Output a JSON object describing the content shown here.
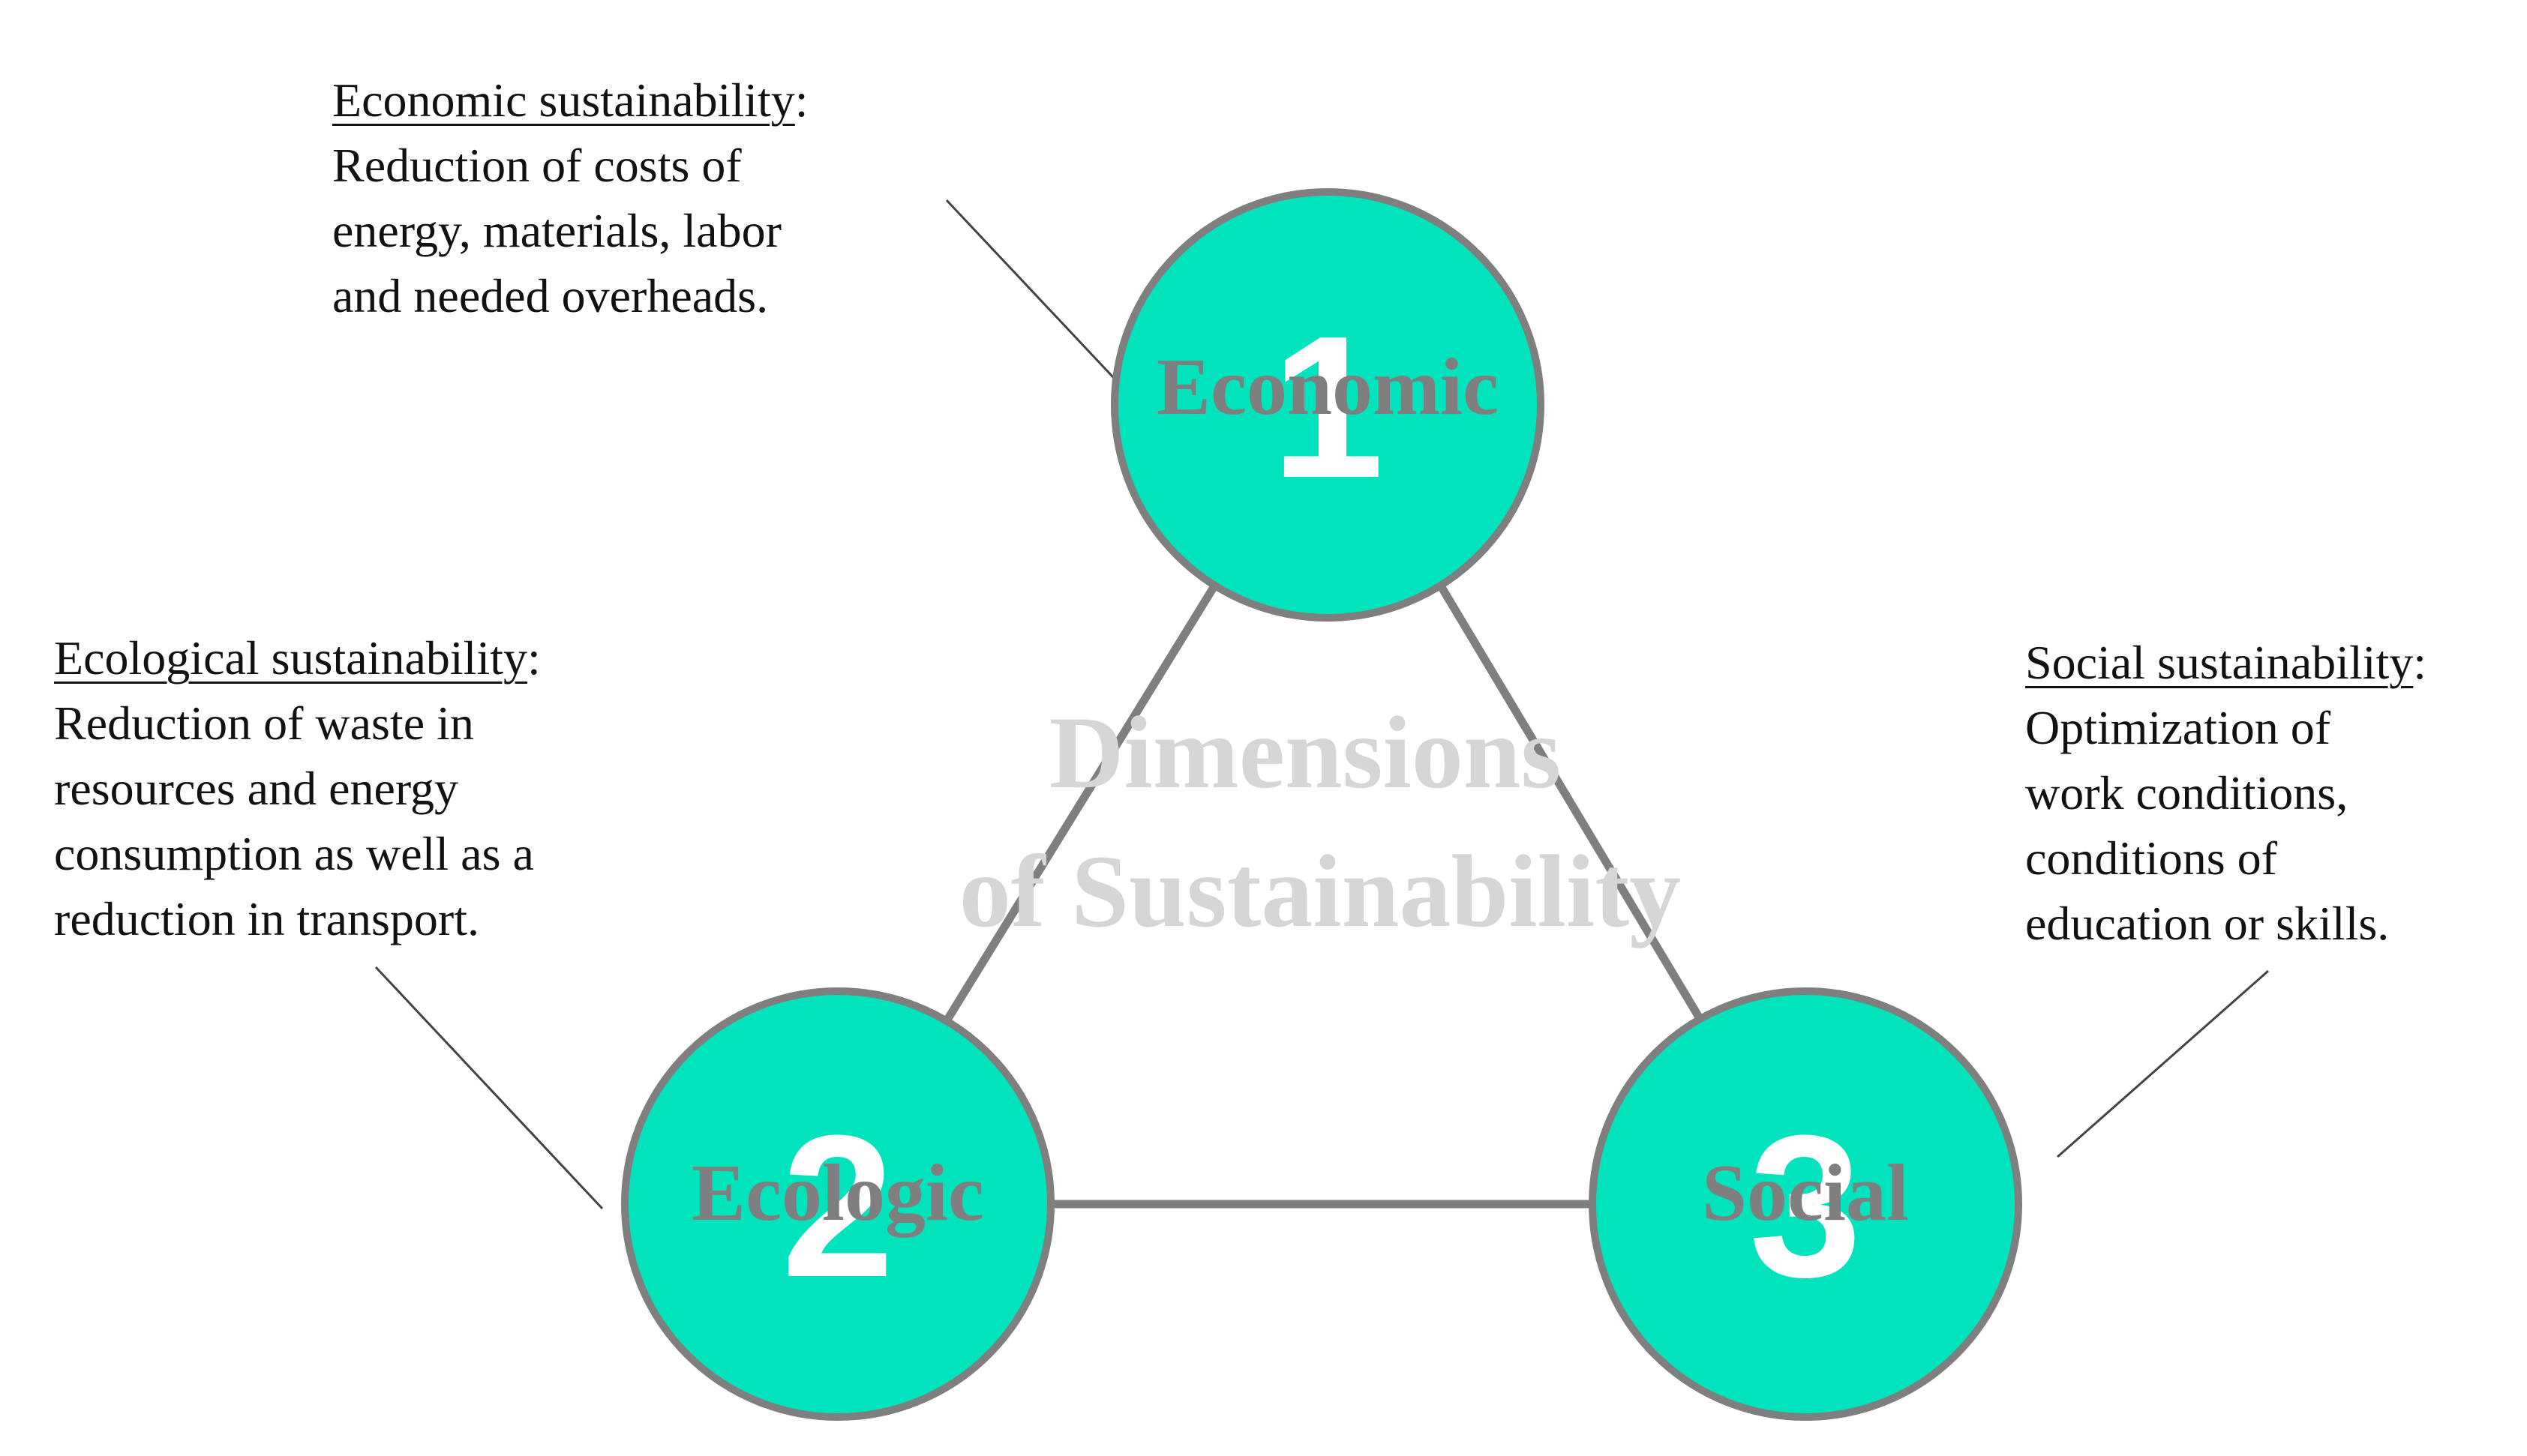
{
  "center_title": {
    "line1": "Dimensions",
    "line2": "of Sustainability",
    "color": "#d6d6d6"
  },
  "colors": {
    "circle_fill": "#00e3bd",
    "circle_stroke": "#7f7f7f",
    "connector": "#7f7f7f",
    "node_label": "#7f7f7f",
    "node_number": "#ffffff",
    "pointer": "#444444"
  },
  "nodes": [
    {
      "id": "economic",
      "number": "1",
      "label": "Economic"
    },
    {
      "id": "ecologic",
      "number": "2",
      "label": "Ecologic"
    },
    {
      "id": "social",
      "number": "3",
      "label": "Social"
    }
  ],
  "notes": {
    "economic": {
      "heading": "Economic sustainability",
      "colon": ":",
      "lines": [
        "Reduction of costs of",
        "energy, materials, labor",
        "and needed overheads."
      ]
    },
    "ecological": {
      "heading": "Ecological sustainability",
      "colon": ":",
      "lines": [
        "Reduction of waste in",
        "resources and energy",
        "consumption as well as a",
        "reduction in transport."
      ]
    },
    "social": {
      "heading": "Social sustainability",
      "colon": ":",
      "lines": [
        "Optimization of",
        "work conditions,",
        "conditions of",
        "education or skills."
      ]
    }
  }
}
